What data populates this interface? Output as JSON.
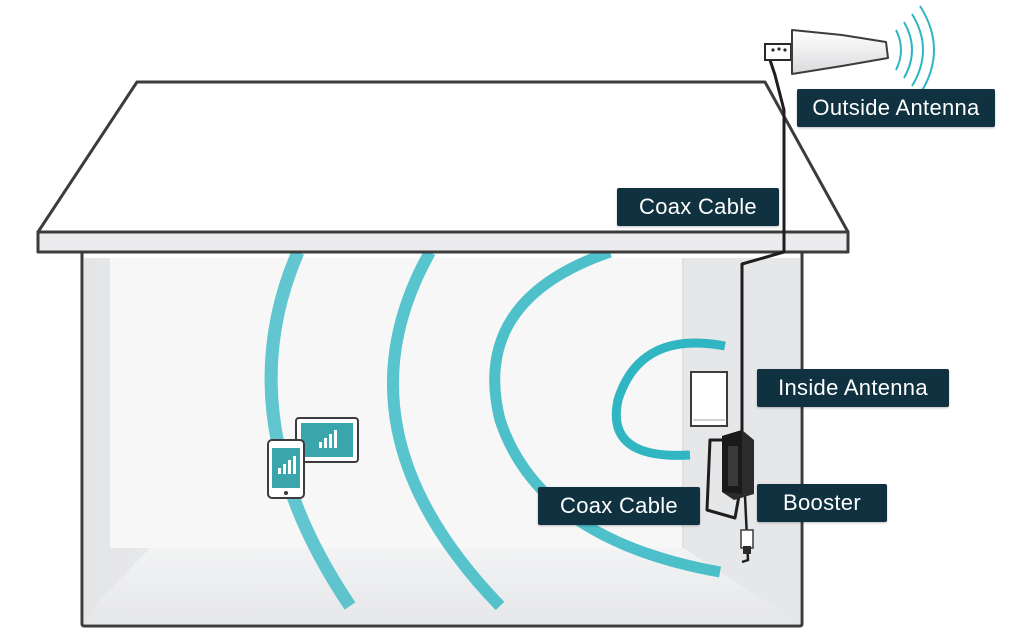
{
  "labels": {
    "outside_antenna": "Outside Antenna",
    "coax_cable_top": "Coax Cable",
    "inside_antenna": "Inside Antenna",
    "booster": "Booster",
    "coax_cable_bottom": "Coax Cable"
  },
  "colors": {
    "label_bg": "#0f3140",
    "label_text": "#ffffff",
    "signal": "#2fb6c2",
    "outline": "#3c3c3c",
    "device_screen": "#3aa6ac"
  },
  "icons": [
    "house",
    "roof",
    "outside-antenna-icon",
    "inside-antenna-icon",
    "booster-icon",
    "phone-icon",
    "tablet-icon",
    "signal-wave"
  ]
}
